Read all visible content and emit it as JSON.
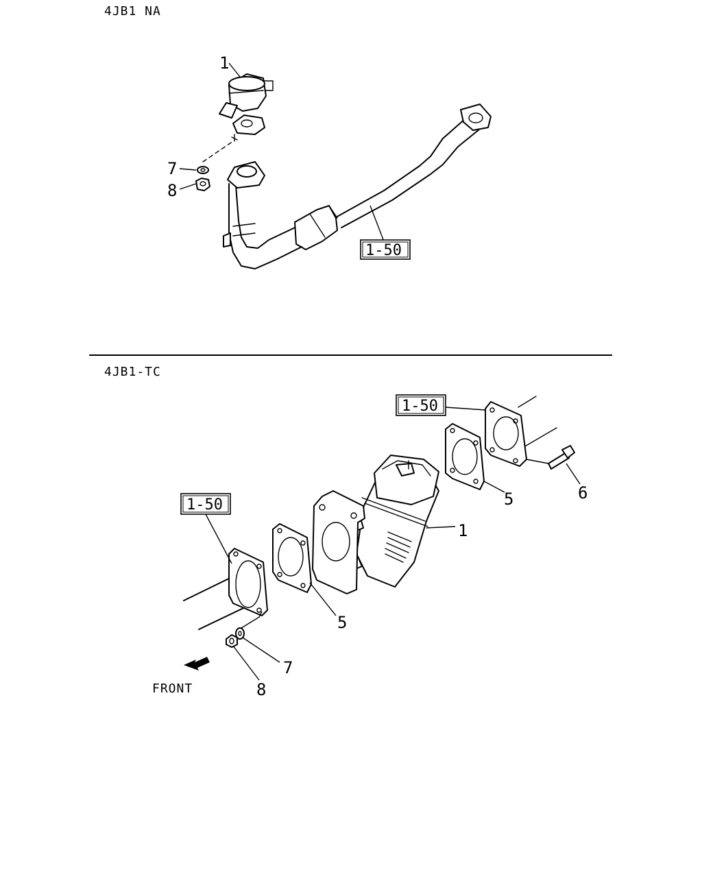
{
  "diagram": {
    "sections": [
      {
        "title": "4JB1 NA",
        "callouts": [
          "1",
          "7",
          "8"
        ],
        "reference_box": "1-50"
      },
      {
        "title": "4JB1-TC",
        "callouts": [
          "1",
          "5",
          "5",
          "6",
          "7",
          "8"
        ],
        "reference_boxes": [
          "1-50",
          "1-50"
        ],
        "direction_label": "FRONT"
      }
    ]
  }
}
